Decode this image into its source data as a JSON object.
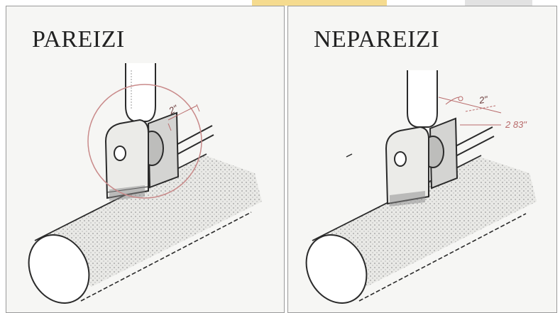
{
  "left_panel": {
    "title": "PAREIZI",
    "dimension_label": "2\""
  },
  "right_panel": {
    "title": "NEPAREIZI",
    "dimension_label": "2\"",
    "offset_label": "2 83\""
  },
  "colors": {
    "outline": "#2a2a2a",
    "shade": "#c9c9c9",
    "highlight_circle": "#c98a8a",
    "dimension": "#b86a6a",
    "watermark": "#f2cf6a"
  }
}
